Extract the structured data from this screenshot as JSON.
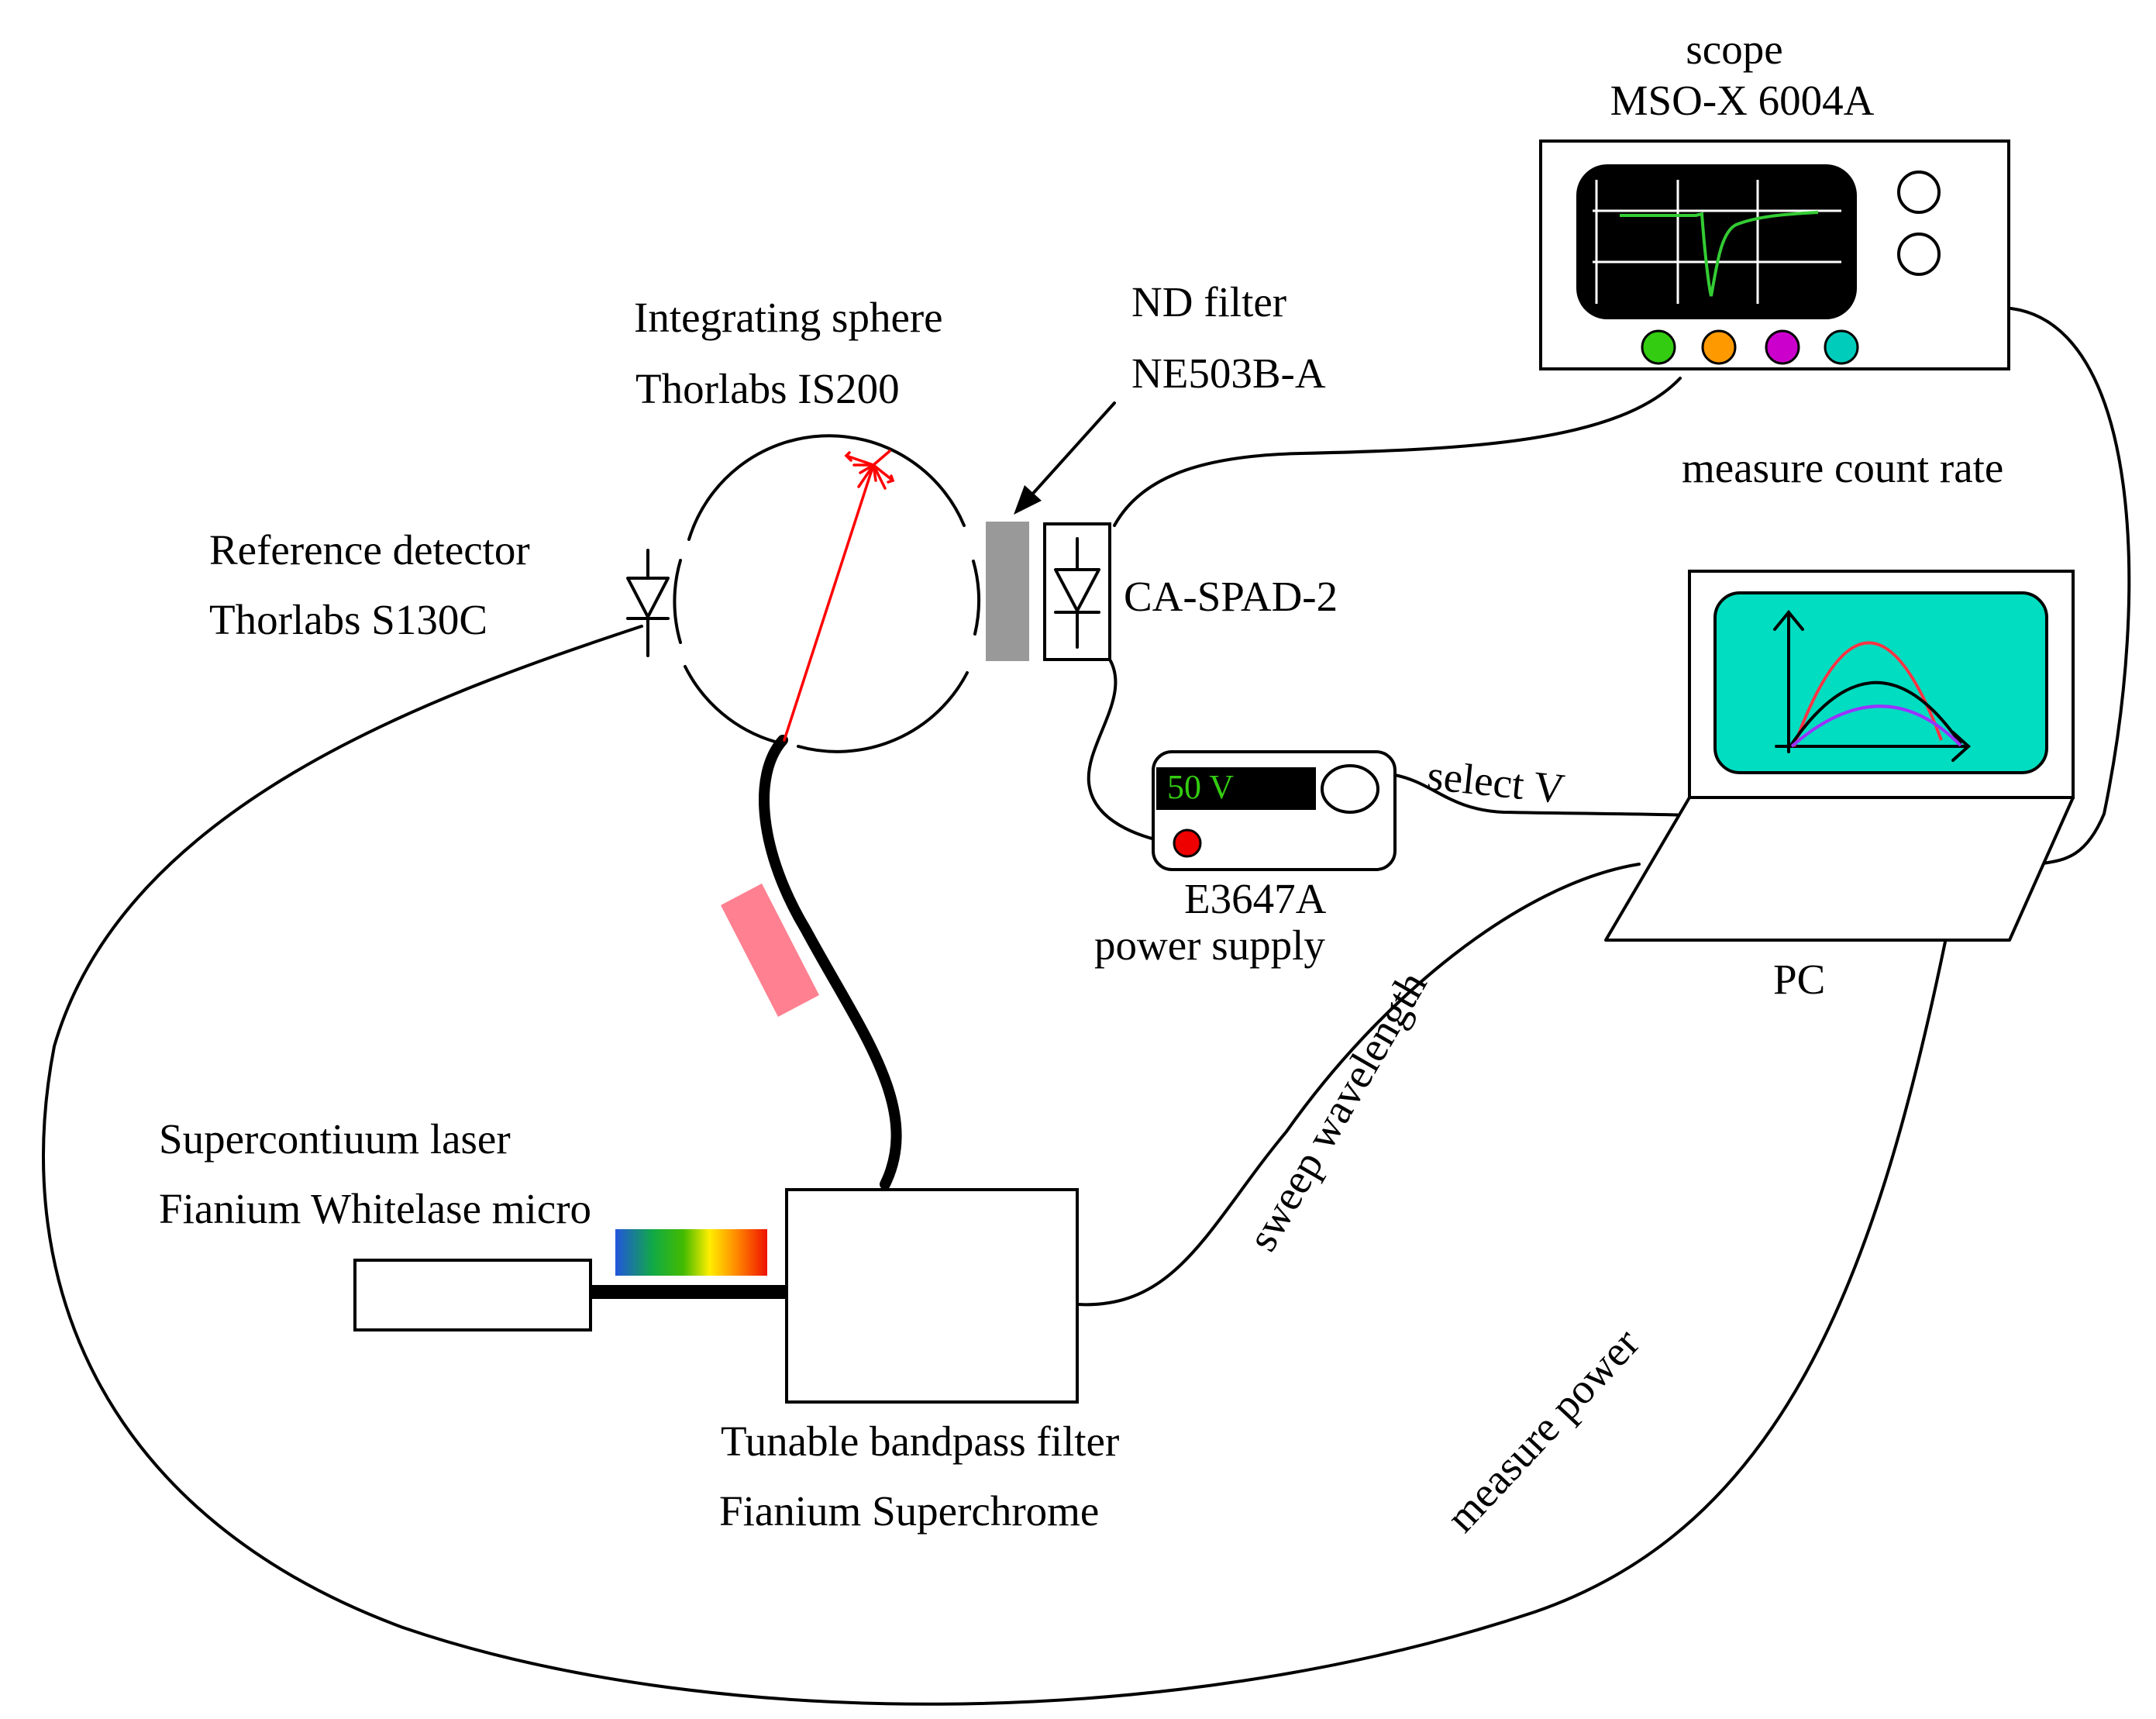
{
  "labels": {
    "scope_title": "scope",
    "scope_model": "MSO-X 6004A",
    "sphere_title": "Integrating sphere",
    "sphere_model": "Thorlabs IS200",
    "nd_title": "ND filter",
    "nd_model": "NE503B-A",
    "ref_title": "Reference detector",
    "ref_model": "Thorlabs S130C",
    "spad": "CA-SPAD-2",
    "measure_count": "measure count rate",
    "psu_display": "50 V",
    "psu_model": "E3647A",
    "psu_title": "power supply",
    "select_v": "select V",
    "pc": "PC",
    "sweep": "sweep wavelength",
    "laser_title": "Supercontiuum laser",
    "laser_model": "Fianium Whitelase micro",
    "filter_title": "Tunable bandpass filter",
    "filter_model": "Fianium Superchrome",
    "measure_power": "measure power"
  },
  "colors": {
    "scope_trace": "#33cc33",
    "scope_buttons": [
      "#33cc11",
      "#ff9900",
      "#cc00cc",
      "#00ccbb"
    ],
    "pc_screen": "#00ddc0",
    "pc_curves": [
      "#ff3344",
      "#000000",
      "#9933ff"
    ],
    "laser_beam": "#ff0000",
    "beam_block": "#ff8090",
    "nd_filter": "#999999",
    "psu_led": "#ee0000",
    "psu_text": "#33cc11"
  }
}
